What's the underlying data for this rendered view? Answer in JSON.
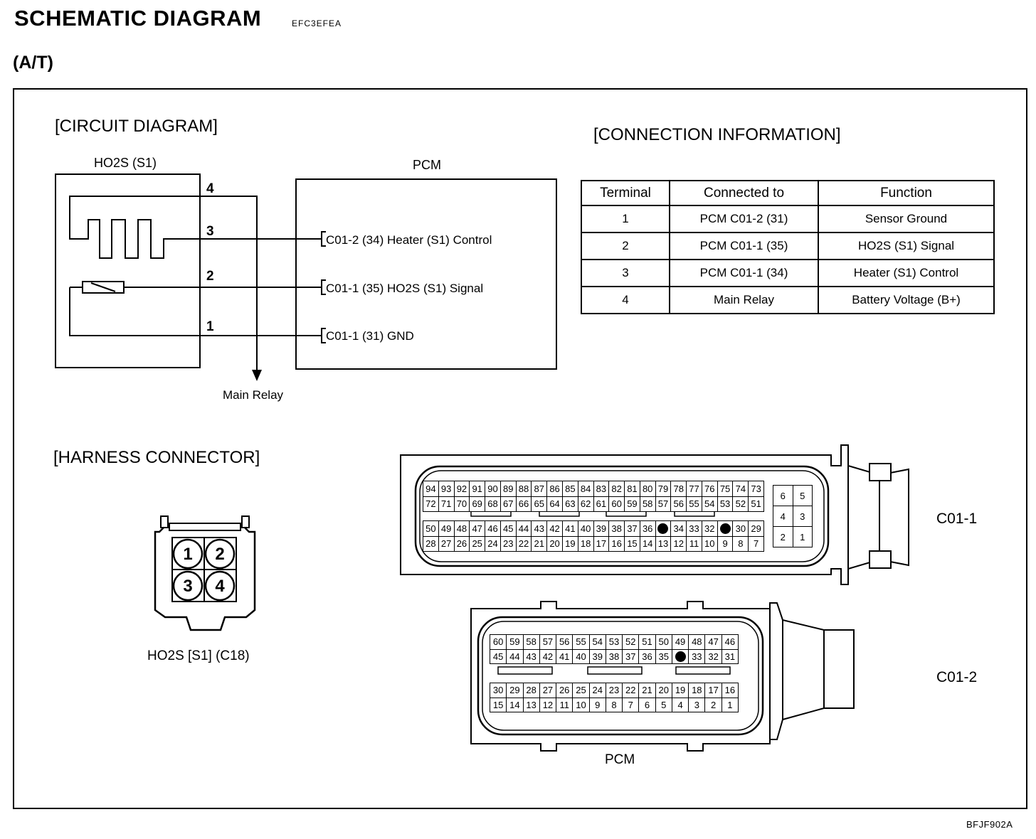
{
  "header": {
    "title": "SCHEMATIC DIAGRAM",
    "code": "EFC3EFEA",
    "variant": "(A/T)"
  },
  "circuit": {
    "section_title": "[CIRCUIT DIAGRAM]",
    "sensor_label": "HO2S (S1)",
    "pcm_label": "PCM",
    "pins": [
      "4",
      "3",
      "2",
      "1"
    ],
    "wires": [
      "C01-2 (34) Heater (S1) Control",
      "C01-1 (35) HO2S (S1) Signal",
      "C01-1 (31) GND"
    ],
    "relay_label": "Main Relay"
  },
  "connection": {
    "section_title": "[CONNECTION INFORMATION]",
    "headers": [
      "Terminal",
      "Connected to",
      "Function"
    ],
    "rows": [
      [
        "1",
        "PCM C01-2 (31)",
        "Sensor Ground"
      ],
      [
        "2",
        "PCM C01-1 (35)",
        "HO2S (S1) Signal"
      ],
      [
        "3",
        "PCM C01-1 (34)",
        "Heater (S1) Control"
      ],
      [
        "4",
        "Main Relay",
        "Battery Voltage (B+)"
      ]
    ]
  },
  "harness": {
    "section_title": "[HARNESS CONNECTOR]",
    "c18_pins": [
      "1",
      "2",
      "3",
      "4"
    ],
    "c18_label": "HO2S [S1] (C18)",
    "c01_1_label": "C01-1",
    "c01_2_label": "C01-2",
    "pcm_label": "PCM",
    "c01_1_rows": [
      [
        "94",
        "93",
        "92",
        "91",
        "90",
        "89",
        "88",
        "87",
        "86",
        "85",
        "84",
        "83",
        "82",
        "81",
        "80",
        "79",
        "78",
        "77",
        "76",
        "75",
        "74",
        "73"
      ],
      [
        "72",
        "71",
        "70",
        "69",
        "68",
        "67",
        "66",
        "65",
        "64",
        "63",
        "62",
        "61",
        "60",
        "59",
        "58",
        "57",
        "56",
        "55",
        "54",
        "53",
        "52",
        "51"
      ],
      [
        "50",
        "49",
        "48",
        "47",
        "46",
        "45",
        "44",
        "43",
        "42",
        "41",
        "40",
        "39",
        "38",
        "37",
        "36",
        "35",
        "34",
        "33",
        "32",
        "31",
        "30",
        "29"
      ],
      [
        "28",
        "27",
        "26",
        "25",
        "24",
        "23",
        "22",
        "21",
        "20",
        "19",
        "18",
        "17",
        "16",
        "15",
        "14",
        "13",
        "12",
        "11",
        "10",
        "9",
        "8",
        "7"
      ]
    ],
    "c01_1_small": [
      [
        "6",
        "5"
      ],
      [
        "4",
        "3"
      ],
      [
        "2",
        "1"
      ]
    ],
    "c01_1_used": [
      "35",
      "31"
    ],
    "c01_2_rows": [
      [
        "60",
        "59",
        "58",
        "57",
        "56",
        "55",
        "54",
        "53",
        "52",
        "51",
        "50",
        "49",
        "48",
        "47",
        "46"
      ],
      [
        "45",
        "44",
        "43",
        "42",
        "41",
        "40",
        "39",
        "38",
        "37",
        "36",
        "35",
        "34",
        "33",
        "32",
        "31"
      ],
      [
        "30",
        "29",
        "28",
        "27",
        "26",
        "25",
        "24",
        "23",
        "22",
        "21",
        "20",
        "19",
        "18",
        "17",
        "16"
      ],
      [
        "15",
        "14",
        "13",
        "12",
        "11",
        "10",
        "9",
        "8",
        "7",
        "6",
        "5",
        "4",
        "3",
        "2",
        "1"
      ]
    ],
    "c01_2_used": [
      "34"
    ]
  },
  "footer": {
    "code": "BFJF902A"
  }
}
